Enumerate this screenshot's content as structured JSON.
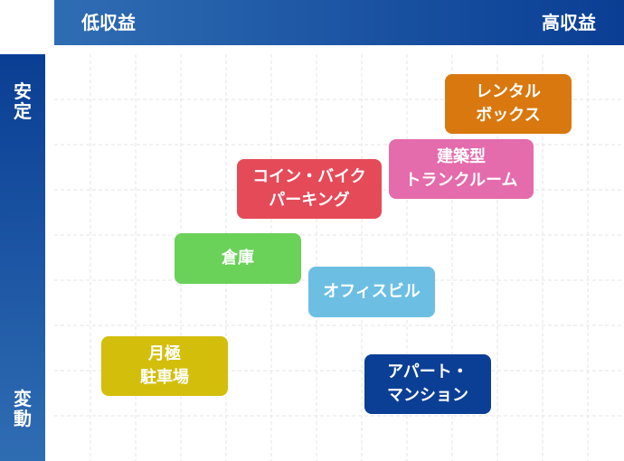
{
  "x_axis": {
    "low_label": "低収益",
    "high_label": "高収益",
    "color_start": "#2f6db3",
    "color_end": "#0a3e94"
  },
  "y_axis": {
    "top_label": [
      "安",
      "定"
    ],
    "bottom_label": [
      "変",
      "動"
    ]
  },
  "items": [
    {
      "lines": [
        "レンタル",
        "ボックス"
      ],
      "color": "#d9780f"
    },
    {
      "lines": [
        "建築型",
        "トランクルーム"
      ],
      "color": "#e46bac"
    },
    {
      "lines": [
        "コイン・バイク",
        "パーキング"
      ],
      "color": "#e54a58"
    },
    {
      "lines": [
        "倉庫"
      ],
      "color": "#6ad159"
    },
    {
      "lines": [
        "オフィスビル"
      ],
      "color": "#6cbfe3"
    },
    {
      "lines": [
        "月極",
        "駐車場"
      ],
      "color": "#d3bf0b"
    },
    {
      "lines": [
        "アパート・",
        "マンション"
      ],
      "color": "#0b3f95"
    }
  ]
}
